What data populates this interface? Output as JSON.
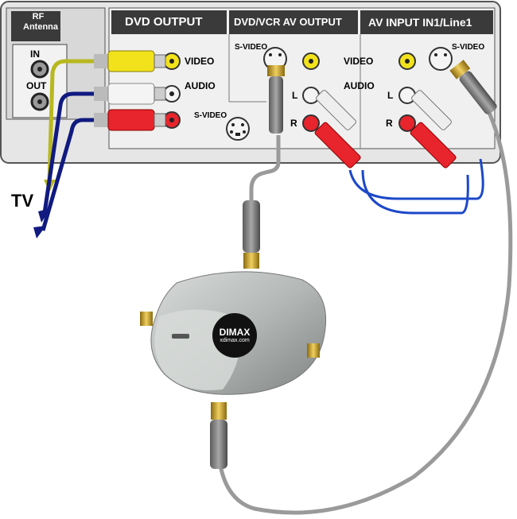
{
  "panel": {
    "rf": {
      "title_line1": "RF",
      "title_line2": "Antenna",
      "in_label": "IN",
      "out_label": "OUT"
    },
    "dvd_output": {
      "title": "DVD OUTPUT",
      "video_label": "VIDEO",
      "audio_label": "AUDIO",
      "svideo_label": "S-VIDEO"
    },
    "dvdvcr_output": {
      "title": "DVD/VCR AV OUTPUT",
      "svideo_label": "S-VIDEO",
      "video_label": "VIDEO",
      "audio_label": "AUDIO",
      "l_label": "L",
      "r_label": "R"
    },
    "av_input": {
      "title": "AV INPUT IN1/Line1",
      "svideo_label": "S-VIDEO",
      "l_label": "L",
      "r_label": "R"
    }
  },
  "tv_label": "TV",
  "device": {
    "brand": "DIMAX",
    "url": "xdimax.com"
  },
  "colors": {
    "panel_bg": "#e8e8e8",
    "header_bg": "#3a3a3a",
    "video_yellow": "#f2e21c",
    "audio_white": "#f4f4f4",
    "audio_red": "#e8242c",
    "cable_yellow": "#b8b820",
    "cable_navy": "#101a80",
    "cable_gray": "#9a9a9a",
    "loop_blue": "#1c48c8"
  }
}
